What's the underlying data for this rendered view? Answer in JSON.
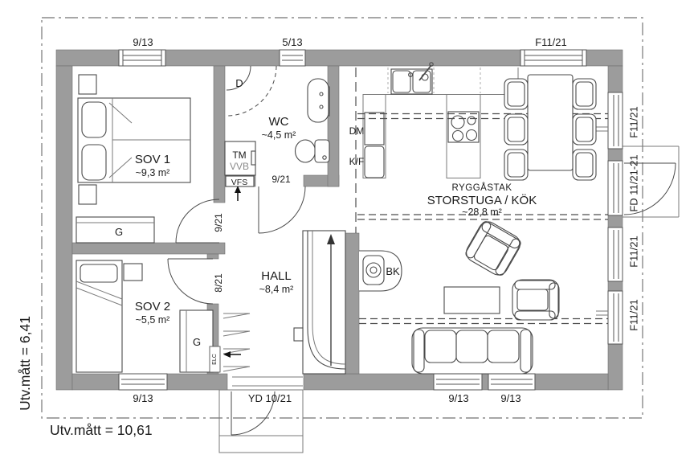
{
  "dimensions": {
    "horizontal": "Utv.mått = 10,61",
    "vertical": "Utv.mått = 6,41"
  },
  "rooms": {
    "sov1": {
      "name": "SOV 1",
      "area": "~9,3 m²"
    },
    "sov2": {
      "name": "SOV 2",
      "area": "~5,5 m²"
    },
    "wc": {
      "name": "WC",
      "area": "~4,5 m²"
    },
    "hall": {
      "name": "HALL",
      "area": "~8,4 m²"
    },
    "storstuga": {
      "ceiling": "RYGGÅSTAK",
      "name": "STORSTUGA / KÖK",
      "area": "~28,8 m²"
    }
  },
  "openings": {
    "top_window_1": "9/13",
    "top_window_2": "5/13",
    "top_window_3": "F11/21",
    "right_window_1": "F11/21",
    "right_door": "FD 11/21-21",
    "right_window_2": "F11/21",
    "right_window_3": "F11/21",
    "bottom_window_1": "9/13",
    "entry_door": "YD 10/21",
    "bottom_window_2": "9/13",
    "bottom_window_3": "9/13",
    "wc_door": "9/21",
    "sov1_door": "9/21",
    "sov2_door": "8/21"
  },
  "fixtures": {
    "washing_machine": "TM",
    "water_heater": "VVB",
    "vfs": "VFS",
    "dishwasher": "DM",
    "fridge_freezer": "K/F",
    "wardrobe_1": "G",
    "wardrobe_2": "G",
    "shower": "D",
    "fireplace": "BK",
    "electrical": "ELC"
  },
  "colors": {
    "wall": "#9c9c9c",
    "line": "#4a4a4a",
    "background": "#ffffff"
  }
}
